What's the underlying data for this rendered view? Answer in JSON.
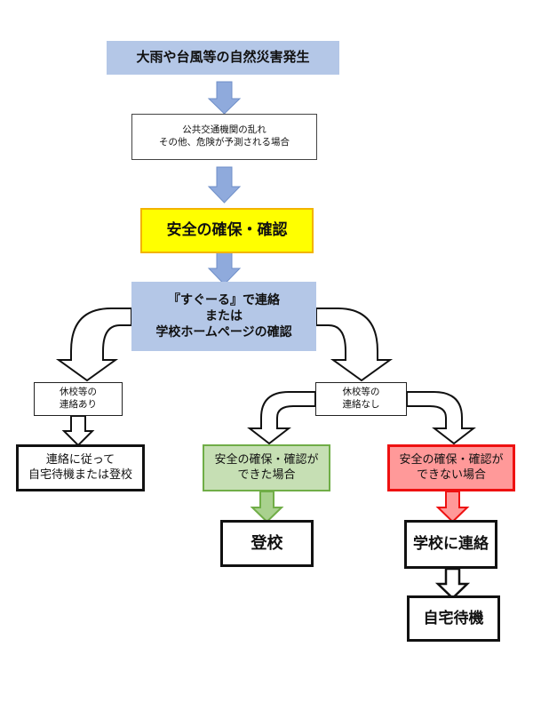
{
  "diagram": {
    "title_box": "大雨や台風等の自然災害発生",
    "condition_box": "公共交通機関の乱れ\nその他、危険が予測される場合",
    "safety_box": "安全の確保・確認",
    "check_box": "『すぐーる』で連絡\nまたは\n学校ホームページの確認",
    "closure_notice_yes": "休校等の\n連絡あり",
    "closure_notice_no": "休校等の\n連絡なし",
    "follow_instructions": "連絡に従って\n自宅待機または登校",
    "safety_confirmed": "安全の確保・確認が\nできた場合",
    "safety_not_confirmed": "安全の確保・確認が\nできない場合",
    "go_to_school": "登校",
    "contact_school": "学校に連絡",
    "stay_home": "自宅待機"
  },
  "colors": {
    "header_blue": "#b4c7e7",
    "arrow_blue": "#8faadc",
    "highlight_yellow": "#ffff00",
    "ok_green_fill": "#c6dfb4",
    "ok_green_border": "#70ad47",
    "ng_red_fill": "#ff9999",
    "ng_red_border": "#ee1111"
  }
}
